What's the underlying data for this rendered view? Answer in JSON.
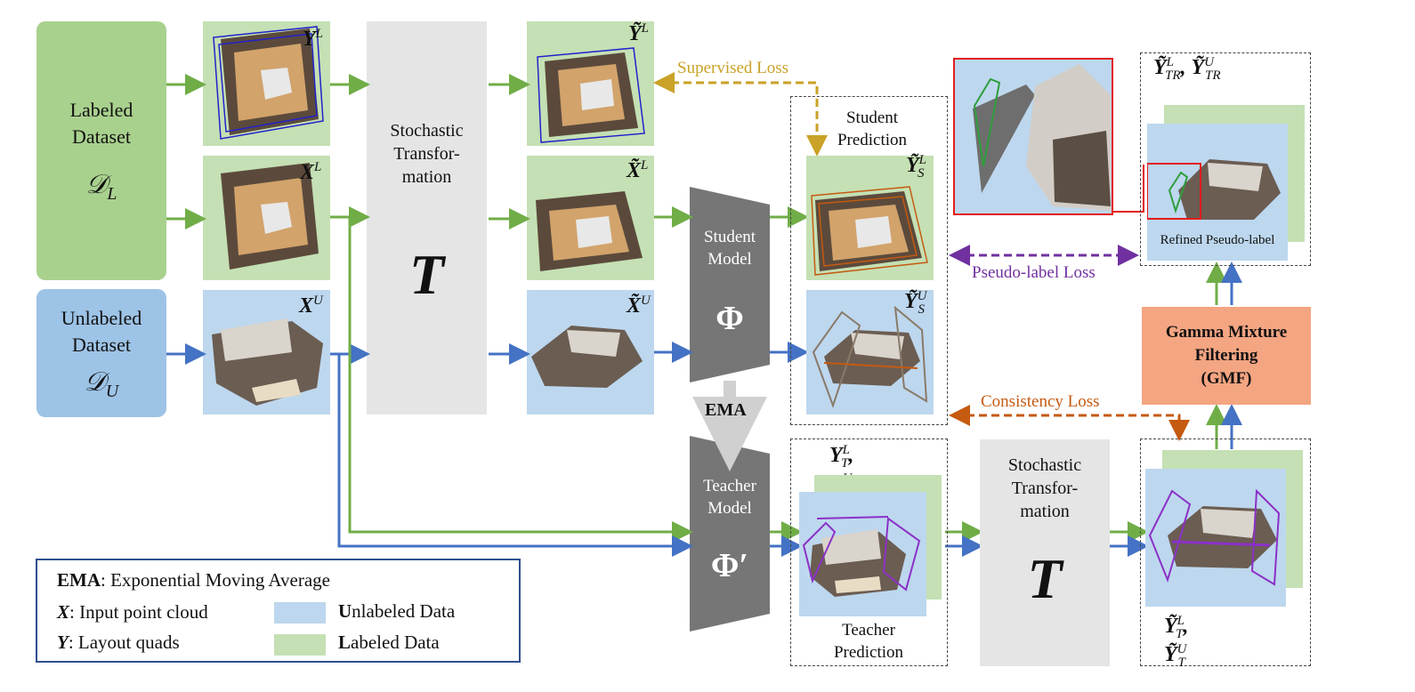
{
  "colors": {
    "labeled": "#a9d18e",
    "unlabeled": "#9dc3e6",
    "green_arrow": "#70ad47",
    "blue_arrow": "#4472c4",
    "supervised": "#c9a227",
    "pseudo": "#7030a0",
    "consistency": "#c55a11",
    "gmf": "#f4a582",
    "refined_frame": "#e31b1b"
  },
  "labeled_dataset": {
    "line1": "Labeled",
    "line2": "Dataset",
    "symbol": "𝒟",
    "sub": "L"
  },
  "unlabeled_dataset": {
    "line1": "Unlabeled",
    "line2": "Dataset",
    "symbol": "𝒟",
    "sub": "U"
  },
  "inputs": {
    "yl": {
      "base": "Y",
      "sup": "L"
    },
    "xl": {
      "base": "X",
      "sup": "L"
    },
    "xu": {
      "base": "X",
      "sup": "U"
    }
  },
  "transform1": {
    "line1": "Stochastic",
    "line2": "Transfor-",
    "line3": "mation",
    "symbol": "T"
  },
  "transformed": {
    "yl": {
      "base": "Ỹ",
      "sup": "L"
    },
    "xl": {
      "base": "X̃",
      "sup": "L"
    },
    "xu": {
      "base": "X̃",
      "sup": "U"
    }
  },
  "student": {
    "line1": "Student",
    "line2": "Model",
    "symbol": "Φ"
  },
  "teacher": {
    "line1": "Teacher",
    "line2": "Model",
    "symbol": "Φ′"
  },
  "ema_label": "EMA",
  "student_prediction": {
    "line1": "Student",
    "line2": "Prediction",
    "yl": {
      "base": "Ỹ",
      "sup": "L",
      "sub": "S"
    },
    "yu": {
      "base": "Ỹ",
      "sup": "U",
      "sub": "S"
    }
  },
  "teacher_prediction": {
    "line1": "Teacher",
    "line2": "Prediction",
    "label": {
      "a": "Y",
      "asup": "L",
      "asub": "T",
      "sep": ", ",
      "b": "Y",
      "bsup": "U",
      "bsub": "T"
    }
  },
  "transform2": {
    "line1": "Stochastic",
    "line2": "Transfor-",
    "line3": "mation",
    "symbol": "T"
  },
  "transformed_teacher": {
    "a": "Ỹ",
    "asup": "L",
    "asub": "T",
    "sep": ", ",
    "b": "Ỹ",
    "bsup": "U",
    "bsub": "T"
  },
  "refined": {
    "a": "Ỹ",
    "asup": "L",
    "asub": "TR",
    "sep": ", ",
    "b": "Ỹ",
    "bsup": "U",
    "bsub": "TR",
    "caption": "Refined Pseudo-label"
  },
  "gmf": {
    "line1": "Gamma Mixture",
    "line2": "Filtering",
    "line3": "(GMF)"
  },
  "losses": {
    "supervised": "Supervised Loss",
    "pseudo": "Pseudo-label Loss",
    "consistency": "Consistency Loss"
  },
  "legend": {
    "ema_bold": "EMA",
    "ema_text": ": Exponential Moving Average",
    "x_sym": "X",
    "x_text": ": Input point cloud",
    "y_sym": "Y",
    "y_text": ": Layout quads",
    "unlabeled_bold": "U",
    "unlabeled_text": "nlabeled Data",
    "labeled_bold": "L",
    "labeled_text": "abeled Data"
  }
}
